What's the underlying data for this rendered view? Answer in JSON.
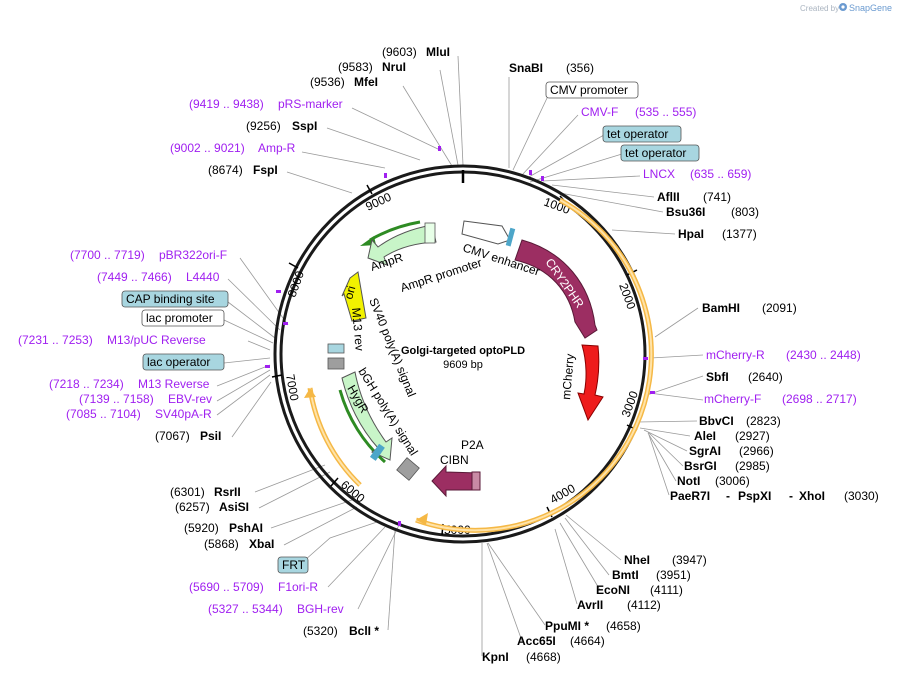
{
  "credit": {
    "created_by": "Created by",
    "brand": "SnapGene"
  },
  "plasmid": {
    "name": "Golgi-targeted optoPLD",
    "size_label": "9609 bp"
  },
  "colors": {
    "primer": "#a020f0",
    "backbone": "#222222",
    "cry2phr": "#9c2e62",
    "mcherry": "#ee1c1c",
    "cibn": "#9c2e62",
    "ampr": "#c8f5c8",
    "ori": "#f2f200",
    "orange_line": "#f0a020",
    "green_line": "#2e8b23",
    "blue_box": "#a8d6e0"
  },
  "ticks": [
    "1000",
    "2000",
    "3000",
    "4000",
    "5000",
    "6000",
    "7000",
    "8000",
    "9000"
  ],
  "features": {
    "cry2phr": "CRY2PHR",
    "mcherry": "mCherry",
    "cibn": "CIBN",
    "p2a": "P2A",
    "cmv_enhancer": "CMV enhancer",
    "ampr": "AmpR",
    "ampr_promoter": "AmpR promoter",
    "ori": "ori",
    "m13_rev": "M13 rev",
    "sv40_polya": "SV40 poly(A) signal",
    "bgh_polya": "bGH poly(A) signal",
    "hygr": "HygR"
  },
  "labels_top": [
    {
      "pos": "(9603)",
      "name": "MluI"
    },
    {
      "pos": "(9583)",
      "name": "NruI"
    },
    {
      "pos": "(9536)",
      "name": "MfeI"
    },
    {
      "pos": "(9419 .. 9438)",
      "name": "pRS-marker",
      "primer": true
    },
    {
      "pos": "(9256)",
      "name": "SspI"
    },
    {
      "pos": "(9002 .. 9021)",
      "name": "Amp-R",
      "primer": true
    },
    {
      "pos": "(8674)",
      "name": "FspI"
    }
  ],
  "labels_left": [
    {
      "pos": "(7700 .. 7719)",
      "name": "pBR322ori-F",
      "primer": true
    },
    {
      "pos": "(7449 .. 7466)",
      "name": "L4440",
      "primer": true
    },
    {
      "name": "CAP binding site",
      "boxed": "blue"
    },
    {
      "name": "lac promoter",
      "boxed": "white"
    },
    {
      "pos": "(7231 .. 7253)",
      "name": "M13/pUC Reverse",
      "primer": true
    },
    {
      "name": "lac operator",
      "boxed": "blue"
    },
    {
      "pos": "(7218 .. 7234)",
      "name": "M13 Reverse",
      "primer": true
    },
    {
      "pos": "(7139 .. 7158)",
      "name": "EBV-rev",
      "primer": true
    },
    {
      "pos": "(7085 .. 7104)",
      "name": "SV40pA-R",
      "primer": true
    },
    {
      "pos": "(7067)",
      "name": "PsiI"
    }
  ],
  "labels_bottom_left": [
    {
      "pos": "(6301)",
      "name": "RsrII"
    },
    {
      "pos": "(6257)",
      "name": "AsiSI"
    },
    {
      "pos": "(5920)",
      "name": "PshAI"
    },
    {
      "pos": "(5868)",
      "name": "XbaI"
    },
    {
      "name": "FRT",
      "boxed": "blue"
    },
    {
      "pos": "(5690 .. 5709)",
      "name": "F1ori-R",
      "primer": true
    },
    {
      "pos": "(5327 .. 5344)",
      "name": "BGH-rev",
      "primer": true
    },
    {
      "pos": "(5320)",
      "name": "BclI *"
    }
  ],
  "labels_right": [
    {
      "name": "SnaBI",
      "pos": "(356)"
    },
    {
      "name": "CMV promoter",
      "boxed": "white"
    },
    {
      "name": "CMV-F",
      "pos": "(535 .. 555)",
      "primer": true
    },
    {
      "name": "tet operator",
      "boxed": "blue"
    },
    {
      "name": "tet operator",
      "boxed": "blue"
    },
    {
      "name": "LNCX",
      "pos": "(635 .. 659)",
      "primer": true
    },
    {
      "name": "AflII",
      "pos": "(741)"
    },
    {
      "name": "Bsu36I",
      "pos": "(803)"
    },
    {
      "name": "HpaI",
      "pos": "(1377)"
    },
    {
      "name": "BamHI",
      "pos": "(2091)"
    },
    {
      "name": "mCherry-R",
      "pos": "(2430 .. 2448)",
      "primer": true
    },
    {
      "name": "SbfI",
      "pos": "(2640)"
    },
    {
      "name": "mCherry-F",
      "pos": "(2698 .. 2717)",
      "primer": true
    },
    {
      "name": "BbvCI",
      "pos": "(2823)"
    },
    {
      "name": "AleI",
      "pos": "(2927)"
    },
    {
      "name": "SgrAI",
      "pos": "(2966)"
    },
    {
      "name": "BsrGI",
      "pos": "(2985)"
    },
    {
      "name": "NotI",
      "pos": "(3006)"
    },
    {
      "name": "PaeR7I",
      "name2": "PspXI",
      "name3": "XhoI",
      "pos": "(3030)"
    }
  ],
  "labels_bottom_right": [
    {
      "name": "NheI",
      "pos": "(3947)"
    },
    {
      "name": "BmtI",
      "pos": "(3951)"
    },
    {
      "name": "EcoNI",
      "pos": "(4111)"
    },
    {
      "name": "AvrII",
      "pos": "(4112)"
    },
    {
      "name": "PpuMI *",
      "pos": "(4658)"
    },
    {
      "name": "Acc65I",
      "pos": "(4664)"
    },
    {
      "name": "KpnI",
      "pos": "(4668)"
    }
  ]
}
